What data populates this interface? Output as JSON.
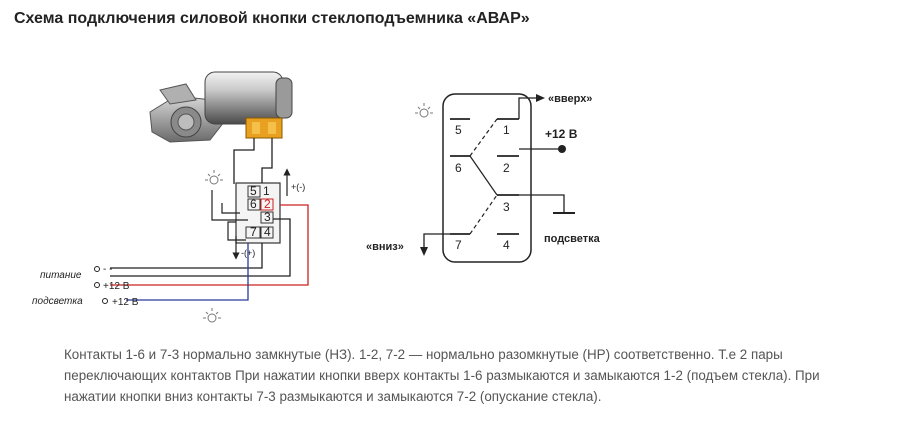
{
  "title": "Схема подключения силовой кнопки стеклоподъемника «АВАР»",
  "left_diagram": {
    "terminals": {
      "t1": "1",
      "t2": "2",
      "t3": "3",
      "t4": "4",
      "t5": "5",
      "t6": "6",
      "t7": "7"
    },
    "arrow_up_note": "+(-)",
    "arrow_down_note": "-(+)",
    "power_label": "питание",
    "power_value": "- -",
    "power_plus": "+12 В",
    "backlight_label": "подсветка",
    "backlight_value": "+12 В"
  },
  "right_diagram": {
    "contacts": {
      "c1": "1",
      "c2": "2",
      "c3": "3",
      "c4": "4",
      "c5": "5",
      "c6": "6",
      "c7": "7"
    },
    "up_label": "«вверх»",
    "down_label": "«вниз»",
    "plus12": "+12 В",
    "backlight_label": "подсветка"
  },
  "description": "Контакты 1-6 и 7-3 нормально замкнутые (НЗ). 1-2, 7-2 — нормально разомкнутые (НР) соответственно. Т.е 2 пары переключающих контактов При нажатии кнопки вверх контакты 1-6 размыкаются и замыкаются 1-2 (подъем стекла). При нажатии кнопки вниз контакты 7-3 размыкаются и замыкаются 7-2 (опускание стекла).",
  "colors": {
    "red_wire": "#cc2222",
    "blue_wire": "#2a3a9a",
    "motor_connector": "#e8a020"
  }
}
